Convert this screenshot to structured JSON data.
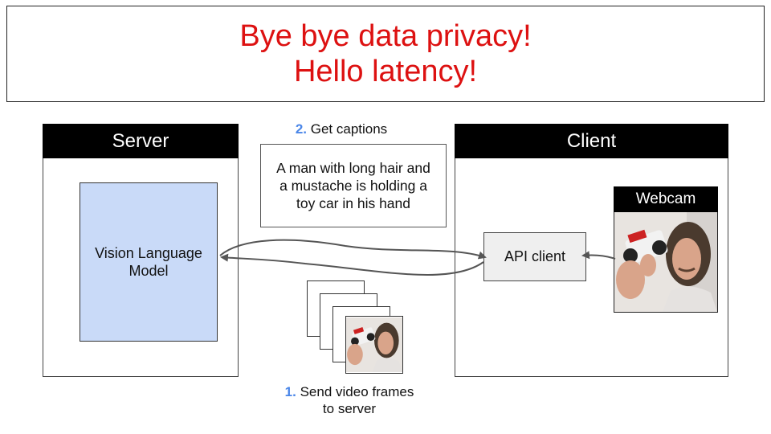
{
  "title": {
    "line1": "Bye bye data privacy!",
    "line2": "Hello latency!"
  },
  "server": {
    "header": "Server",
    "model_label": "Vision Language Model"
  },
  "client": {
    "header": "Client",
    "api_label": "API client",
    "webcam_header": "Webcam"
  },
  "step2": {
    "number": "2.",
    "text": "Get captions"
  },
  "caption": "A man with long hair and a mustache is holding a toy car in his hand",
  "step1": {
    "number": "1.",
    "line1": "Send video frames",
    "line2": "to server"
  },
  "colors": {
    "title": "#dd1111",
    "model": "#c9daf8",
    "step_number": "#4a86e8",
    "api": "#efefef"
  },
  "icons": {
    "webcam_image": "person-holding-toy-car-photo",
    "frame_image": "person-holding-toy-car-photo"
  }
}
